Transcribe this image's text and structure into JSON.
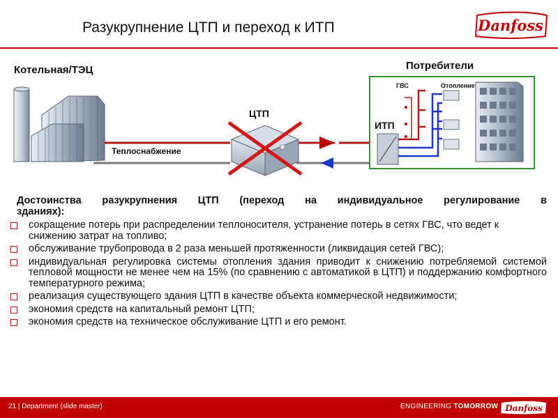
{
  "header": {
    "title": "Разукрупнение ЦТП и переход к ИТП",
    "logo_text": "Danfoss"
  },
  "diagram": {
    "boiler_label": "Котельная/ТЭЦ",
    "consumers_label": "Потребители",
    "ctp_label": "ЦТП",
    "itp_label": "ИТП",
    "heat_supply_label": "Теплоснабжение",
    "gvs_label": "ГВС",
    "heating_label": "Отопление"
  },
  "advantages": {
    "title_line1": "Достоинства разукрупнения ЦТП (переход на индивидуальное регулирование в",
    "title_line2": "зданиях):",
    "items": [
      "сокращение потерь при распределении теплоносителя, устранение потерь в сетях ГВС, что ведет к снижению затрат на топливо;",
      "обслуживание трубопровода в 2 раза меньшей протяженности (ликвидация сетей ГВС);",
      "индивидуальная регулировка системы отопления здания приводит к снижению потребляемой системой тепловой мощности не менее чем на 15% (по сравнению с автоматикой в ЦТП) и поддержанию комфортного температурного режима;",
      "реализация существующего здания ЦТП в качестве объекта коммерческой недвижимости;",
      "экономия средств на капитальный ремонт ЦТП;",
      "экономия средств на техническое обслуживание ЦТП и его ремонт."
    ]
  },
  "footer": {
    "slide_info": "21 | Department (slide master)",
    "tagline_left": "ENGINEERING ",
    "tagline_bold": "TOMORROW",
    "logo_text": "Danfoss"
  },
  "colors": {
    "brand_red": "#c00000",
    "supply_pipe": "#b01818",
    "return_pipe": "#777777",
    "cold_pipe": "#1b35c8",
    "frame_green": "#2e9a2e"
  }
}
